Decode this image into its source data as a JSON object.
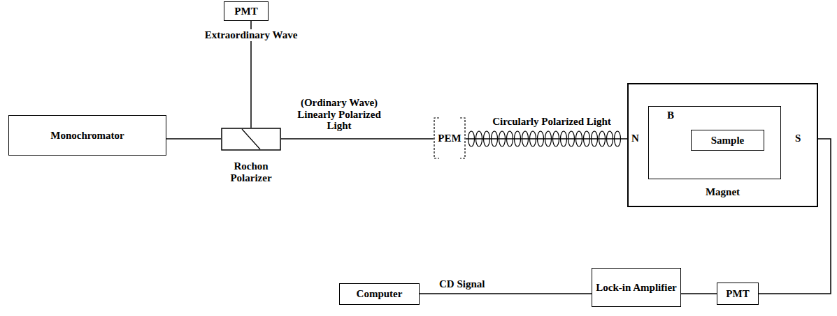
{
  "diagram": {
    "nodes": [
      {
        "text": [
          "PMT"
        ]
      },
      {
        "text": [
          "Monochromator"
        ]
      },
      {
        "text": [
          "Rochon Polarizer"
        ]
      },
      {
        "text": [
          "PEM"
        ]
      },
      {
        "text": [
          "Magnet"
        ]
      },
      {
        "text": [
          "B"
        ],
        "in": 4
      },
      {
        "text": [
          "Sample"
        ],
        "in": 5
      },
      {
        "text": [
          "Computer"
        ]
      },
      {
        "text": [
          "Lock-in Amplifier"
        ]
      },
      {
        "text": [
          "PMT"
        ]
      }
    ],
    "edges": [
      {
        "from": 1,
        "to": 2,
        "arrow": "none"
      },
      {
        "from": 2,
        "to": 0,
        "label": "Extraordinary Wave",
        "arrow": "none"
      },
      {
        "from": 2,
        "to": 3,
        "label": "(Ordinary Wave) Linearly Polarized Light",
        "arrow": "none"
      },
      {
        "from": 3,
        "to": 4,
        "label": "Circularly Polarized Light",
        "arrow": "none"
      },
      {
        "from": 4,
        "to": 9,
        "arrow": "none"
      },
      {
        "from": 9,
        "to": 8,
        "arrow": "none"
      },
      {
        "from": 8,
        "to": 7,
        "label": "CD Signal",
        "arrow": "none"
      }
    ],
    "labels": [
      "N",
      "S"
    ]
  }
}
